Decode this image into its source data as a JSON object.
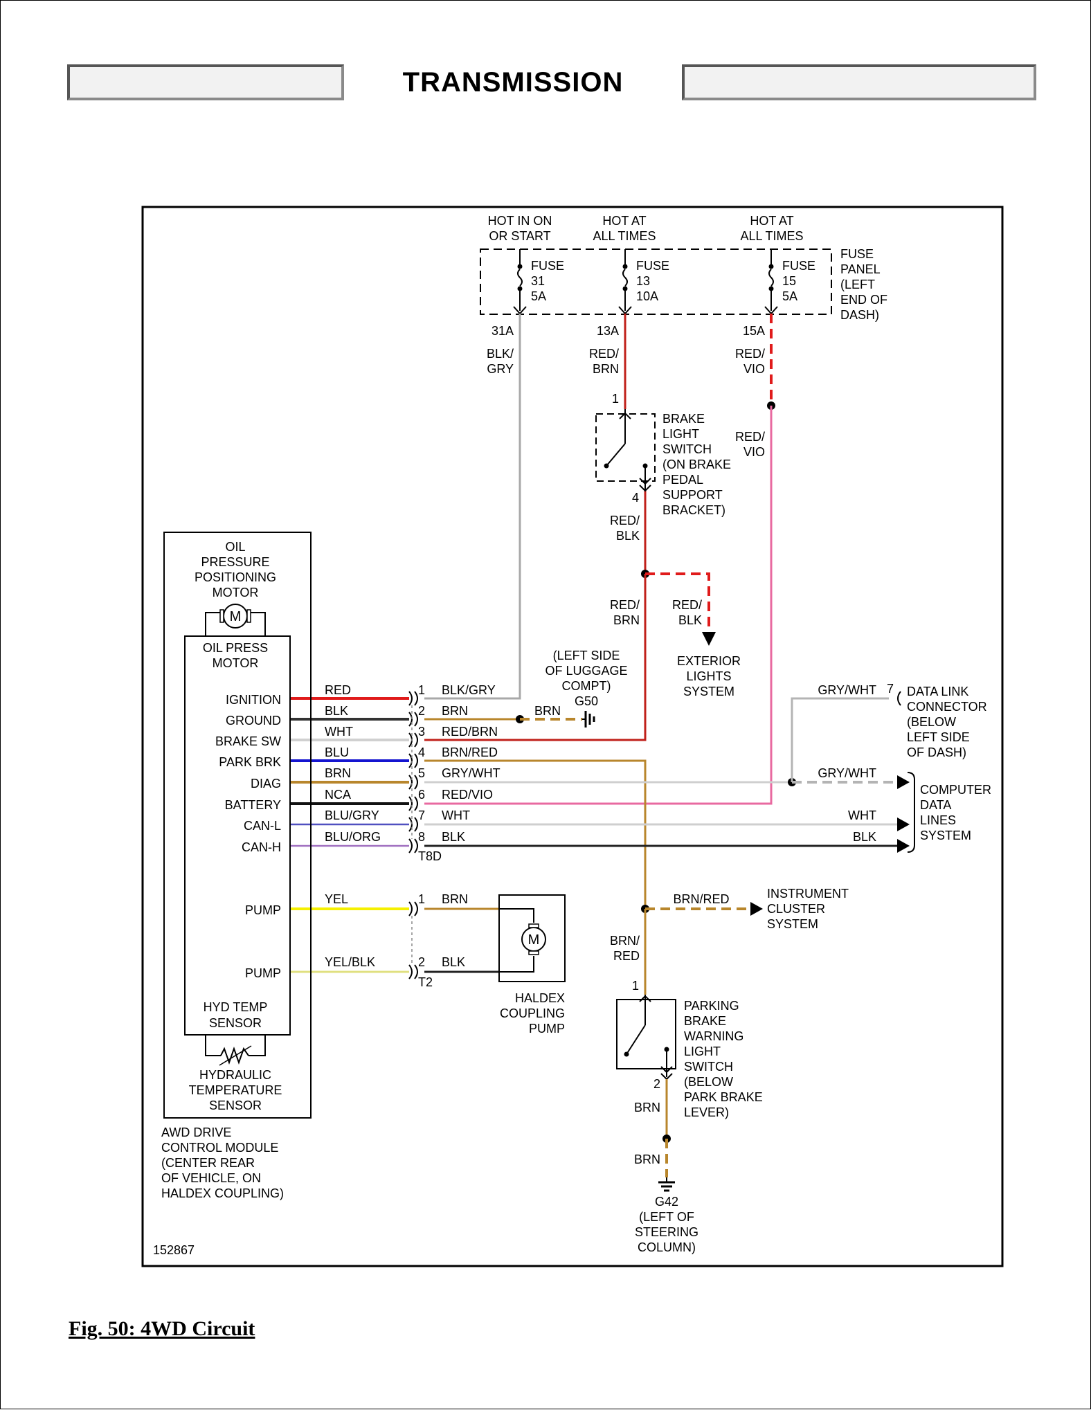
{
  "header": {
    "title": "TRANSMISSION"
  },
  "figure": {
    "caption": "Fig. 50: 4WD Circuit",
    "code": "152867"
  },
  "colors": {
    "red": "#e01b1b",
    "black": "#222222",
    "white_wire": "#cfcfcf",
    "blue": "#1414d0",
    "brown": "#b8862c",
    "gray": "#a8a8a8",
    "yellow": "#f5f000",
    "red_vio": "#e0307a",
    "pink": "#e86aa0",
    "dark_red": "#c0201a",
    "gray_wht": "#b4b4b4"
  },
  "power": {
    "sources": [
      {
        "l1": "HOT IN ON",
        "l2": "OR START"
      },
      {
        "l1": "HOT AT",
        "l2": "ALL TIMES"
      },
      {
        "l1": "HOT AT",
        "l2": "ALL TIMES"
      }
    ],
    "fuses": [
      {
        "name": "FUSE",
        "num": "31",
        "amp": "5A",
        "terminal": "31A",
        "wire1": "BLK/",
        "wire2": "GRY"
      },
      {
        "name": "FUSE",
        "num": "13",
        "amp": "10A",
        "terminal": "13A",
        "wire1": "RED/",
        "wire2": "BRN"
      },
      {
        "name": "FUSE",
        "num": "15",
        "amp": "5A",
        "terminal": "15A",
        "wire1": "RED/",
        "wire2": "VIO"
      }
    ],
    "fuse_panel": [
      "FUSE",
      "PANEL",
      "(LEFT",
      "END OF",
      "DASH)"
    ],
    "red_vio_lower": [
      "RED/",
      "VIO"
    ]
  },
  "brake_switch": {
    "label": [
      "BRAKE",
      "LIGHT",
      "SWITCH",
      "(ON BRAKE",
      "PEDAL",
      "SUPPORT",
      "BRACKET)"
    ],
    "pin_in": "1",
    "pin_out": "4",
    "wire_out": [
      "RED/",
      "BLK"
    ],
    "branch_down": [
      "RED/",
      "BRN"
    ],
    "branch_right": [
      "RED/",
      "BLK"
    ]
  },
  "exterior_lights": [
    "EXTERIOR",
    "LIGHTS",
    "SYSTEM"
  ],
  "ground_g50": {
    "desc": [
      "(LEFT SIDE",
      "OF LUGGAGE",
      "COMPT)"
    ],
    "name": "G50",
    "wire": "BRN"
  },
  "module": {
    "motor_title": [
      "OIL",
      "PRESSURE",
      "POSITIONING",
      "MOTOR"
    ],
    "motor_letter": "M",
    "inner_title": [
      "OIL PRESS",
      "MOTOR"
    ],
    "sensor_inner": [
      "HYD TEMP",
      "SENSOR"
    ],
    "sensor_title": [
      "HYDRAULIC",
      "TEMPERATURE",
      "SENSOR"
    ],
    "name": [
      "AWD DRIVE",
      "CONTROL MODULE",
      "(CENTER REAR",
      "OF VEHICLE, ON",
      "HALDEX COUPLING)"
    ]
  },
  "connector_t8d": {
    "name": "T8D",
    "pins": [
      {
        "func": "IGNITION",
        "mwire": "RED",
        "pin": "1",
        "owire": "BLK/GRY"
      },
      {
        "func": "GROUND",
        "mwire": "BLK",
        "pin": "2",
        "owire": "BRN"
      },
      {
        "func": "BRAKE SW",
        "mwire": "WHT",
        "pin": "3",
        "owire": "RED/BRN"
      },
      {
        "func": "PARK BRK",
        "mwire": "BLU",
        "pin": "4",
        "owire": "BRN/RED"
      },
      {
        "func": "DIAG",
        "mwire": "BRN",
        "pin": "5",
        "owire": "GRY/WHT"
      },
      {
        "func": "BATTERY",
        "mwire": "NCA",
        "pin": "6",
        "owire": "RED/VIO"
      },
      {
        "func": "CAN-L",
        "mwire": "BLU/GRY",
        "pin": "7",
        "owire": "WHT"
      },
      {
        "func": "CAN-H",
        "mwire": "BLU/ORG",
        "pin": "8",
        "owire": "BLK"
      }
    ]
  },
  "connector_t2": {
    "name": "T2",
    "pins": [
      {
        "func": "PUMP",
        "mwire": "YEL",
        "pin": "1",
        "owire": "BRN"
      },
      {
        "func": "PUMP",
        "mwire": "YEL/BLK",
        "pin": "2",
        "owire": "BLK"
      }
    ]
  },
  "pump": {
    "letter": "M",
    "label": [
      "HALDEX",
      "COUPLING",
      "PUMP"
    ]
  },
  "data_link": {
    "wire": "GRY/WHT",
    "pin": "7",
    "label": [
      "DATA LINK",
      "CONNECTOR",
      "(BELOW",
      "LEFT SIDE",
      "OF DASH)"
    ]
  },
  "computer_data": {
    "wires": [
      "GRY/WHT",
      "WHT",
      "BLK"
    ],
    "label": [
      "COMPUTER",
      "DATA",
      "LINES",
      "SYSTEM"
    ]
  },
  "instrument": {
    "wire": "BRN/RED",
    "label": [
      "INSTRUMENT",
      "CLUSTER",
      "SYSTEM"
    ],
    "wire_down": [
      "BRN/",
      "RED"
    ]
  },
  "park_switch": {
    "label": [
      "PARKING",
      "BRAKE",
      "WARNING",
      "LIGHT",
      "SWITCH",
      "(BELOW",
      "PARK BRAKE",
      "LEVER)"
    ],
    "pin_in": "1",
    "pin_out": "2",
    "wire_out1": "BRN",
    "wire_out2": "BRN"
  },
  "ground_g42": {
    "name": "G42",
    "desc": [
      "(LEFT OF",
      "STEERING",
      "COLUMN)"
    ]
  }
}
